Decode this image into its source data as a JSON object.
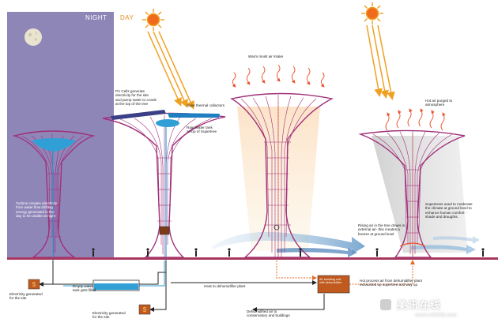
{
  "labels": {
    "night": "NIGHT",
    "day": "DAY",
    "turbine": "Turbine creates electricity\nfrom water flow shifting\nenergy generated in the\nday to be usable at night",
    "pv": "PV Cells generate\nelectricity for the site\nand pump water to a tank\nat the top of the tree",
    "solar": "Solar thermal collectors",
    "rain": "Rain Water tank\nat top of Supertree",
    "warm": "Warm moist air intake",
    "hot_air": "Hot air purged to\natmosphere",
    "supertrees": "Supertrees used to moderate\nthe climate at ground level to\nenhance human comfort -\nshade and draughts.",
    "rising": "Rising air in the tree draws in\nexternal air- this creates a\nbreeze at ground level",
    "elec_site1": "Electricity generated\nfor the site",
    "empty_tank": "Empty water\ntank gets filled",
    "elec_site2": "Electricity generated\nfor the site",
    "heat": "Heat to dehumidifier plant",
    "ahu": "Air handling unit\nwith dehumidifier",
    "hot_proc": "Hot process air from dehumidifier plant\nexhausted up supertree and way up",
    "dehum": "Dehumidified air to\nconservatory and buildings"
  },
  "watermark": {
    "brand": "美讯在线",
    "url": "www.m6699.com"
  },
  "colors": {
    "night_sky": "#8f86b8",
    "tree": "#a0307a",
    "tree_dark": "#7d2266",
    "water": "#2f9fd6",
    "ground": "#a8375f",
    "sun": "#f0a020",
    "sun_core": "#e84a1c",
    "pipe": "#222222",
    "hot_pipe": "#e86a2a",
    "cool_air": "#8bb6da",
    "plant_box": "#c15a1e",
    "shade": "#c9c9c9"
  },
  "icons": [
    "moon-icon",
    "sun-icon",
    "generator-icon",
    "person-icon"
  ]
}
